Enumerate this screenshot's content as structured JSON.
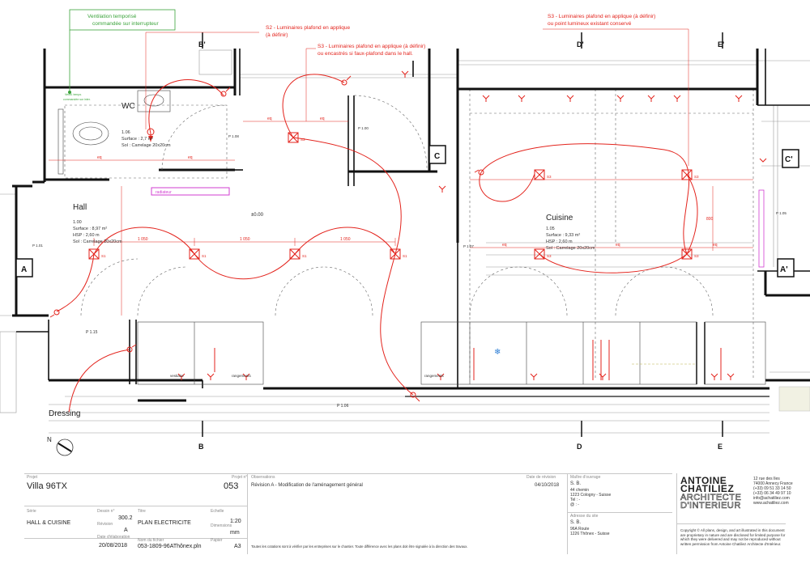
{
  "plan": {
    "rooms": [
      {
        "name": "WC",
        "number": "1.06",
        "surface": "Surface : 2,7 m²",
        "floor": "Sol : Carrelage 20x20cm"
      },
      {
        "name": "Hall",
        "number": "1.00",
        "surface": "Surface : 8,97 m²",
        "height": "HSP : 2,60 m",
        "floor": "Sol : Carrelage 20x20cm"
      },
      {
        "name": "Cuisine",
        "number": "1.05",
        "surface": "Surface : 9,33 m²",
        "height": "HSP : 2,60 m",
        "floor": "Sol : Carrelage 20x20cm"
      },
      {
        "name": "Dressing"
      }
    ],
    "annotations": {
      "ventilation": [
        "Ventilation temporisé",
        "commandée sur interrupteur"
      ],
      "s2_wc": [
        "S2 - Luminaires plafond en applique",
        "(à définir)"
      ],
      "s3_hall": [
        "S3 - Luminaires plafond en applique (à définir)",
        "ou encastrés si faux-plafond dans le hall."
      ],
      "s4_kitchen": [
        "S3 - Luminaires plafond en applique (à définir)",
        "ou point lumineux existant conservé"
      ],
      "vent_small": [
        "Ventil. tempo.",
        "commandée sur inter."
      ]
    },
    "section_marks": [
      "A",
      "A'",
      "B",
      "B'",
      "C",
      "C'",
      "D",
      "D'",
      "E",
      "E'"
    ],
    "level": "±0.00",
    "dims": {
      "d1050": "1 050",
      "eq": "eq",
      "p100": "P 1.00",
      "p106": "P 1.06",
      "p115": "P 1.15",
      "p101": "P 1.01",
      "p105": "P 1.05",
      "p107": "P 1.07",
      "p108": "P 1.08",
      "h800": "800"
    },
    "furniture": {
      "radiator": "radiateur",
      "vestiaire": "vestiaire",
      "rangements": "rangements"
    },
    "circuits": {
      "s1": "S1",
      "s2": "S2",
      "s3": "S3"
    }
  },
  "titleblock": {
    "project_label": "Projet",
    "project": "Villa 96TX",
    "project_no_label": "Projet n°",
    "project_no": "053",
    "series_label": "Série",
    "series": "HALL & CUISINE",
    "drawing_no_label": "Dessin n°",
    "drawing_no": "300.2",
    "revision_label": "Révision",
    "revision": "A",
    "date_label": "Date d'élaboration",
    "date": "20/08/2018",
    "title_label": "Titre",
    "title": "PLAN ELECTRICITE",
    "scale_label": "Echelle",
    "scale": "1:20",
    "dimensions_label": "Dimensions",
    "dimensions": "mm",
    "file_label": "Nom du fichier",
    "file": "053-1809-96AThônex.pln",
    "paper_label": "Papier",
    "paper": "A3",
    "obs_label": "Observations",
    "obs": "Révision A - Modification de l'aménagement général",
    "revdate_label": "Date de révision",
    "revdate": "04/10/2018",
    "note": "Toutes les cotations sont à vérifier par les entreprises sur le chantier. Toute différence avec les plans doit être signalée à la direction des travaux.",
    "owner_label": "Maître d'ouvrage",
    "owner": [
      "S. B.",
      "44 chemin",
      "1223 Cologny - Suisse",
      "Tel : -",
      "@ : -"
    ],
    "site_label": "Adresse du site",
    "site": [
      "S. B.",
      "96A Route",
      "1226 Thônex - Suisse"
    ],
    "firm_line1": "ANTOINE",
    "firm_line2": "CHATILIEZ",
    "firm_line3": "ARCHITECTE",
    "firm_line4": "D'INTERIEUR",
    "firm_contact": [
      "12 rue des Iles",
      "74000 Annecy France",
      "(+33) 09 51 33 14 50",
      "(+33) 06 34 49 97 10",
      "info@achatiliez.com",
      "www.achatiliez.com"
    ],
    "copyright": "Copyright © All plans, design, and art illustrated in this document are proprietary in nature and are disclosed for limited purpose for which they were delivered and may not be reproduced without written permission from Antoine Chatiliez Architecte d'Intérieur."
  }
}
